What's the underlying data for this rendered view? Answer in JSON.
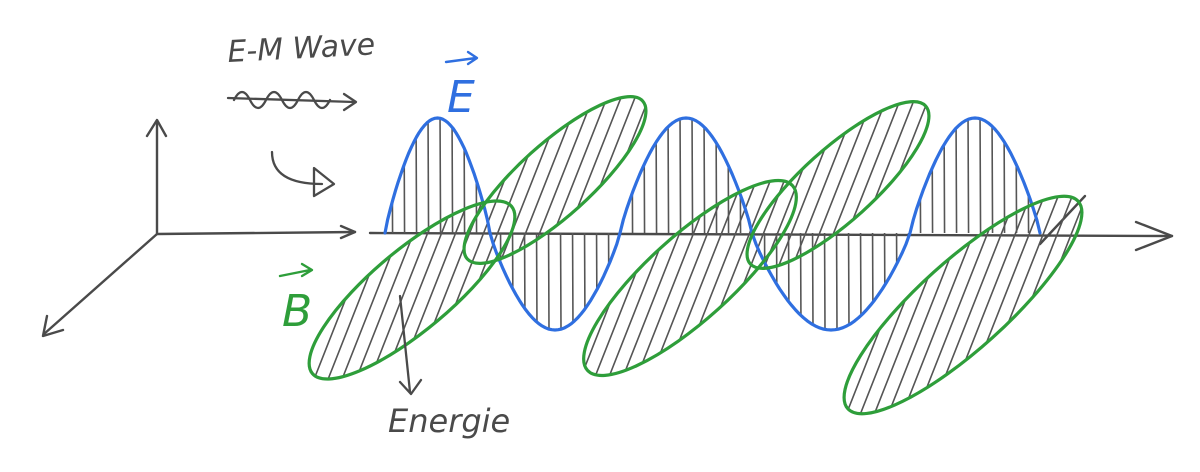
{
  "labels": {
    "wave_title": "E-M Wave",
    "electric_field": "E",
    "magnetic_field": "B",
    "energy": "Energie"
  },
  "colors": {
    "electric": "#2f6fe0",
    "magnetic": "#2e9e3a",
    "ink": "#4a4a4a",
    "background": "#ffffff"
  },
  "icons": {
    "squiggle": "wavy-arrow-icon",
    "pointer": "curved-arrow-icon",
    "vector": "vector-arrow-icon"
  }
}
